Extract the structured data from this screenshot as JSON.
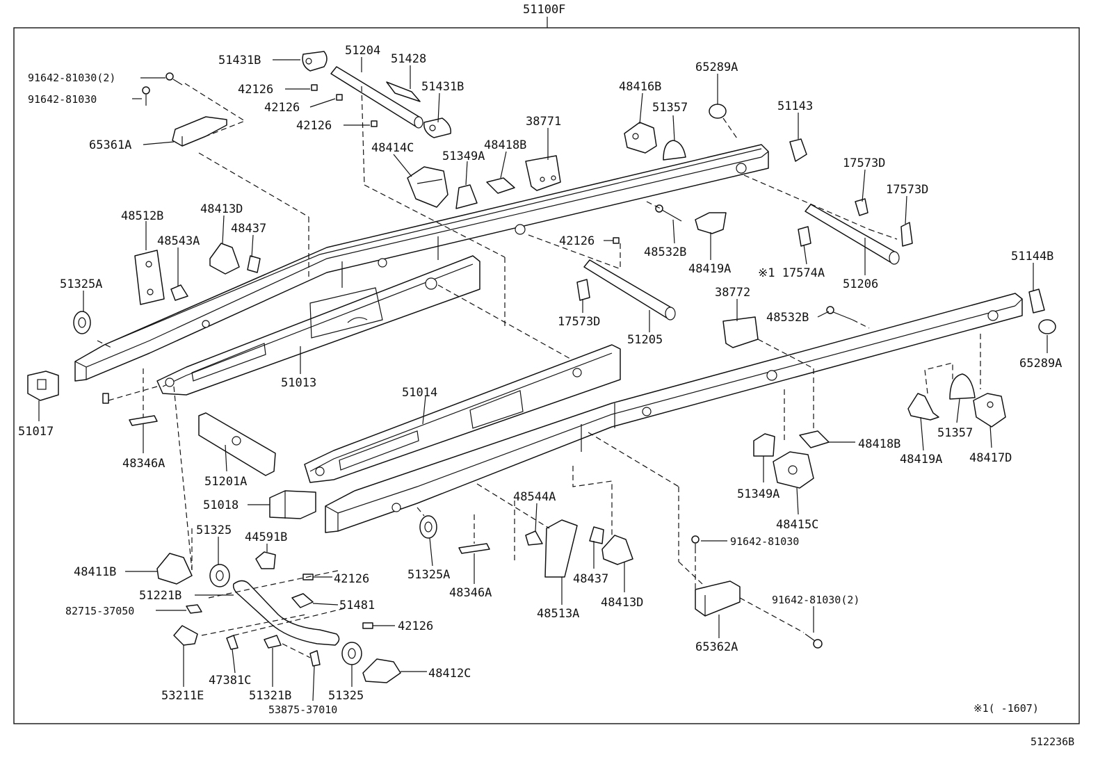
{
  "title": "51100F",
  "figure_code": "512236B",
  "note": "※1(     -1607)",
  "labels": {
    "l51431B_1": "51431B",
    "l51204": "51204",
    "l51428": "51428",
    "l51431B_2": "51431B",
    "l91642_81030_2a": "91642-81030(2)",
    "l91642_81030_a": "91642-81030",
    "l42126_1": "42126",
    "l42126_2": "42126",
    "l42126_3": "42126",
    "l65361A": "65361A",
    "l48414C": "48414C",
    "l51349A_1": "51349A",
    "l48418B_1": "48418B",
    "l38771": "38771",
    "l48416B": "48416B",
    "l51357_1": "51357",
    "l65289A_1": "65289A",
    "l51143": "51143",
    "l17573D_1": "17573D",
    "l17573D_2": "17573D",
    "l48512B": "48512B",
    "l48413D_1": "48413D",
    "l48437_1": "48437",
    "l48543A": "48543A",
    "l42126_4": "42126",
    "l48532B_1": "48532B",
    "l48419A_1": "48419A",
    "l17574A": "※1 17574A",
    "l51206": "51206",
    "l51144B": "51144B",
    "l51325A_1": "51325A",
    "l17573D_3": "17573D",
    "l51205": "51205",
    "l38772": "38772",
    "l48532B_2": "48532B",
    "l65289A_2": "65289A",
    "l51013": "51013",
    "l51017": "51017",
    "l51014": "51014",
    "l48346A_1": "48346A",
    "l51201A": "51201A",
    "l48418B_2": "48418B",
    "l48419A_2": "48419A",
    "l51357_2": "51357",
    "l48417D": "48417D",
    "l51018": "51018",
    "l51349A_2": "51349A",
    "l48544A": "48544A",
    "l48415C": "48415C",
    "l51325_1": "51325",
    "l44591B": "44591B",
    "l91642_81030_b": "91642-81030",
    "l48411B": "48411B",
    "l51325A_2": "51325A",
    "l48437_2": "48437",
    "l42126_5": "42126",
    "l48346A_2": "48346A",
    "l48413D_2": "48413D",
    "l51221B": "51221B",
    "l51481": "51481",
    "l48513A": "48513A",
    "l91642_81030_2b": "91642-81030(2)",
    "l82715_37050": "82715-37050",
    "l42126_6": "42126",
    "l65362A": "65362A",
    "l48412C": "48412C",
    "l53211E": "53211E",
    "l47381C": "47381C",
    "l51321B": "51321B",
    "l51325_2": "51325",
    "l53875_37010": "53875-37010"
  }
}
